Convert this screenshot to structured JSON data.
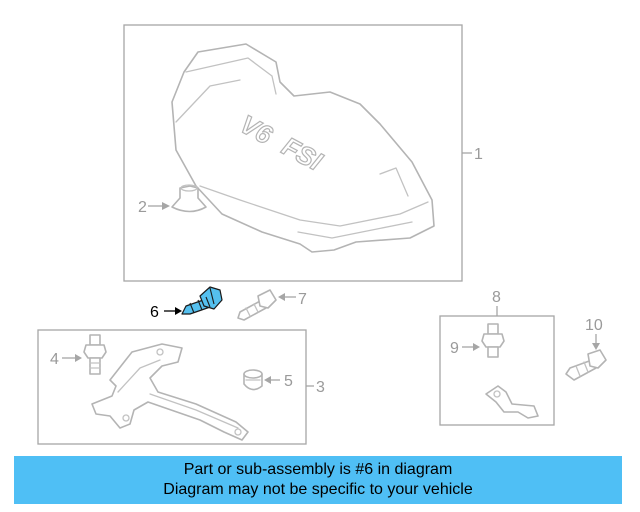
{
  "callouts": {
    "c1": "1",
    "c2": "2",
    "c3": "3",
    "c4": "4",
    "c5": "5",
    "c6": "6",
    "c7": "7",
    "c8": "8",
    "c9": "9",
    "c10": "10"
  },
  "emboss": {
    "model": "V6",
    "engine": "FSI"
  },
  "highlighted_part": "6",
  "info": {
    "line1": "Part or sub-assembly is #6 in diagram",
    "line2": "Diagram may not be specific to your vehicle"
  },
  "colors": {
    "highlight_part": "#55c0ef",
    "info_bar": "#4fbff5",
    "line_gray": "#a6a6a6"
  }
}
